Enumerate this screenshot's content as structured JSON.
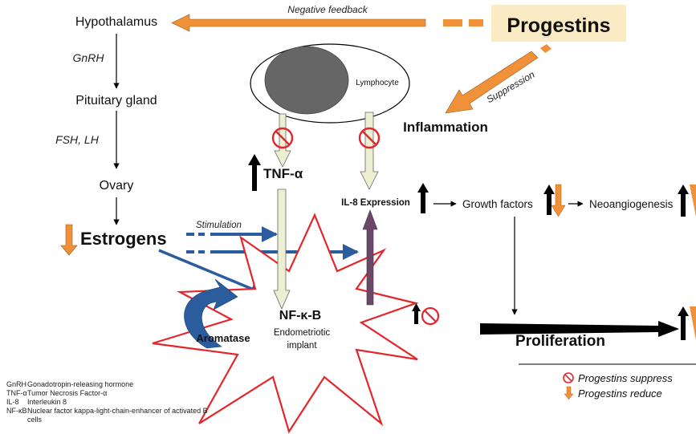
{
  "colors": {
    "orange": "#F0913A",
    "navy": "#2B5C9E",
    "red": "#E3262C",
    "progestins_bg": "#FBEBC4",
    "lymph_nucleus": "#666666",
    "cream": "#ECEFD2",
    "purple": "#6B4868"
  },
  "icons": {
    "inhibit": "no-symbol-icon",
    "increase": "black-up-arrow-icon",
    "decrease": "orange-down-arrow-icon"
  },
  "axis": {
    "hypothalamus": "Hypothalamus",
    "gnrh": "GnRH",
    "pituitary": "Pituitary gland",
    "fsh_lh": "FSH, LH",
    "ovary": "Ovary",
    "estrogens": "Estrogens"
  },
  "top": {
    "negative_feedback": "Negative feedback",
    "progestins": "Progestins",
    "suppression": "Suppression",
    "lymphocyte": "Lymphocyte",
    "inflammation": "Inflammation"
  },
  "middle": {
    "tnf": "TNF-α",
    "il8": "IL-8 Expression",
    "growth_factors": "Growth factors",
    "neoangiogenesis": "Neoangiogenesis",
    "stimulation": "Stimulation"
  },
  "implant": {
    "nfkb": "NF-κ-B",
    "line1": "Endometriotic",
    "line2": "implant",
    "aromatase": "Aromatase"
  },
  "result": {
    "proliferation": "Proliferation"
  },
  "legend": {
    "suppress": "Progestins suppress",
    "reduce": "Progestins reduce"
  },
  "abbreviations": [
    {
      "key": "GnRH",
      "value": "Gonadotropin-releasing hormone"
    },
    {
      "key": "TNF-α",
      "value": "Tumor Necrosis Factor-α"
    },
    {
      "key": "IL-8",
      "value": "Interleukin 8"
    },
    {
      "key": "NF-κB",
      "value": "Nuclear factor kappa-light-chain-enhancer of activated B cells"
    }
  ]
}
